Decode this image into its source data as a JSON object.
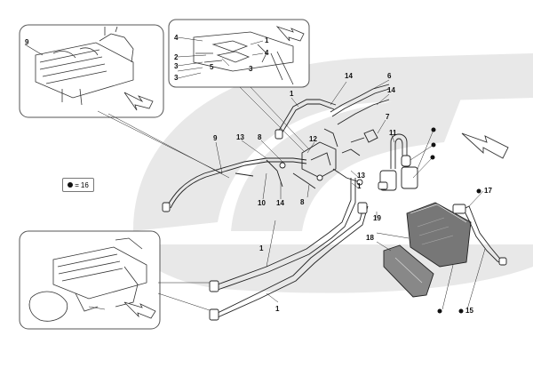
{
  "legend": {
    "symbol": "●",
    "equals": "=",
    "value": "16"
  },
  "callouts": {
    "c1_top": "1",
    "c1_box": "1",
    "c1_low": "1",
    "c1_mid": "1",
    "c1_inset": "1",
    "c2": "2",
    "c3a": "3",
    "c3b": "3",
    "c3c": "3",
    "c4a": "4",
    "c4b": "4",
    "c5": "5",
    "c6": "6",
    "c7": "7",
    "c8a": "8",
    "c8b": "8",
    "c9a": "9",
    "c9b": "9",
    "c10": "10",
    "c11": "11",
    "c12": "12",
    "c13a": "13",
    "c13b": "13",
    "c14a": "14",
    "c14b": "14",
    "c14c": "14",
    "c15": "15",
    "c17": "17",
    "c18": "18",
    "c19": "19"
  },
  "colors": {
    "line": "#222222",
    "watermark": "#e6e6e6",
    "inset_border": "#555555"
  }
}
